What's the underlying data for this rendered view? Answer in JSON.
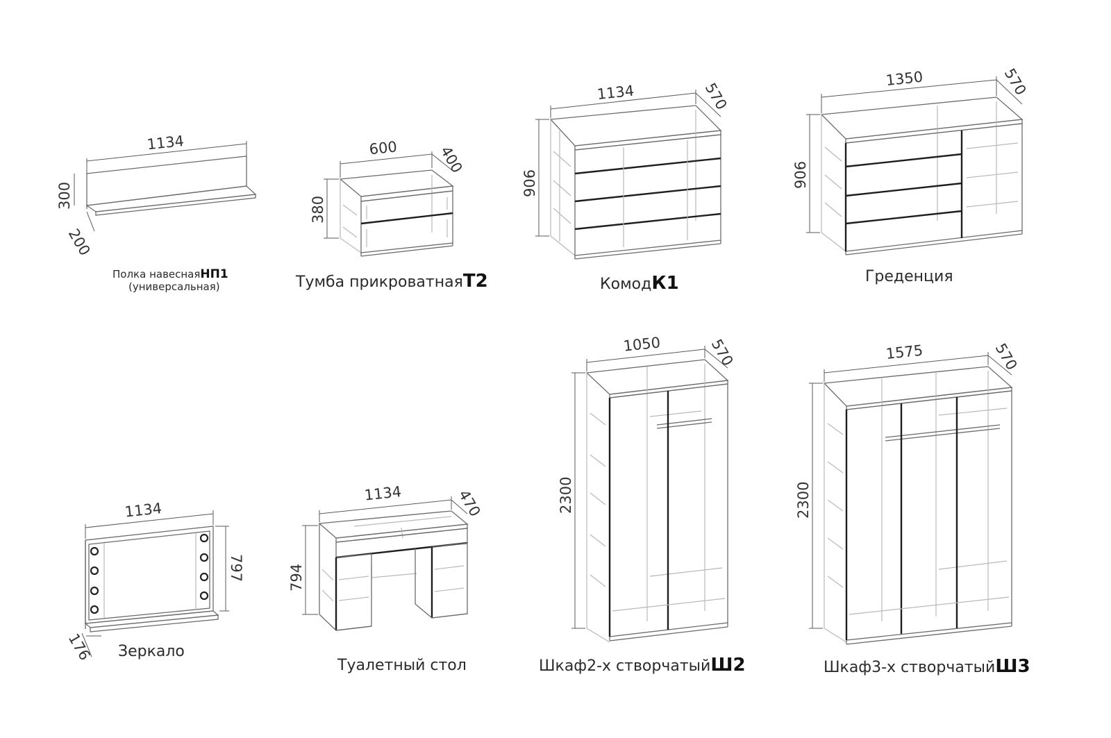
{
  "items": [
    {
      "id": "np1",
      "caption": "Полка навесная",
      "code": "НП1",
      "note": "(универсальная)",
      "dims": {
        "width": "1134",
        "height": "300",
        "depth": "200"
      }
    },
    {
      "id": "t2",
      "caption": "Тумба прикроватная",
      "code": "Т2",
      "dims": {
        "width": "600",
        "height": "380",
        "depth": "400"
      }
    },
    {
      "id": "k1",
      "caption": "Комод",
      "code": "К1",
      "dims": {
        "width": "1134",
        "height": "906",
        "depth": "570"
      }
    },
    {
      "id": "gred",
      "caption": "Греденция",
      "code": "",
      "dims": {
        "width": "1350",
        "height": "906",
        "depth": "570"
      }
    },
    {
      "id": "mirror",
      "caption": "Зеркало",
      "code": "",
      "dims": {
        "width": "1134",
        "height": "797",
        "depth": "176"
      }
    },
    {
      "id": "table",
      "caption": "Туалетный стол",
      "code": "",
      "dims": {
        "width": "1134",
        "height": "794",
        "depth": "470"
      }
    },
    {
      "id": "sh2",
      "caption": "Шкаф2-х створчатый",
      "code": "Ш2",
      "dims": {
        "width": "1050",
        "height": "2300",
        "depth": "570"
      }
    },
    {
      "id": "sh3",
      "caption": "Шкаф3-х створчатый",
      "code": "Ш3",
      "dims": {
        "width": "1575",
        "height": "2300",
        "depth": "570"
      }
    }
  ],
  "colors": {
    "line": "#6b6b6b",
    "bold_edge": "#1e1e1e",
    "hidden": "#b9b9b9",
    "background": "#ffffff"
  }
}
